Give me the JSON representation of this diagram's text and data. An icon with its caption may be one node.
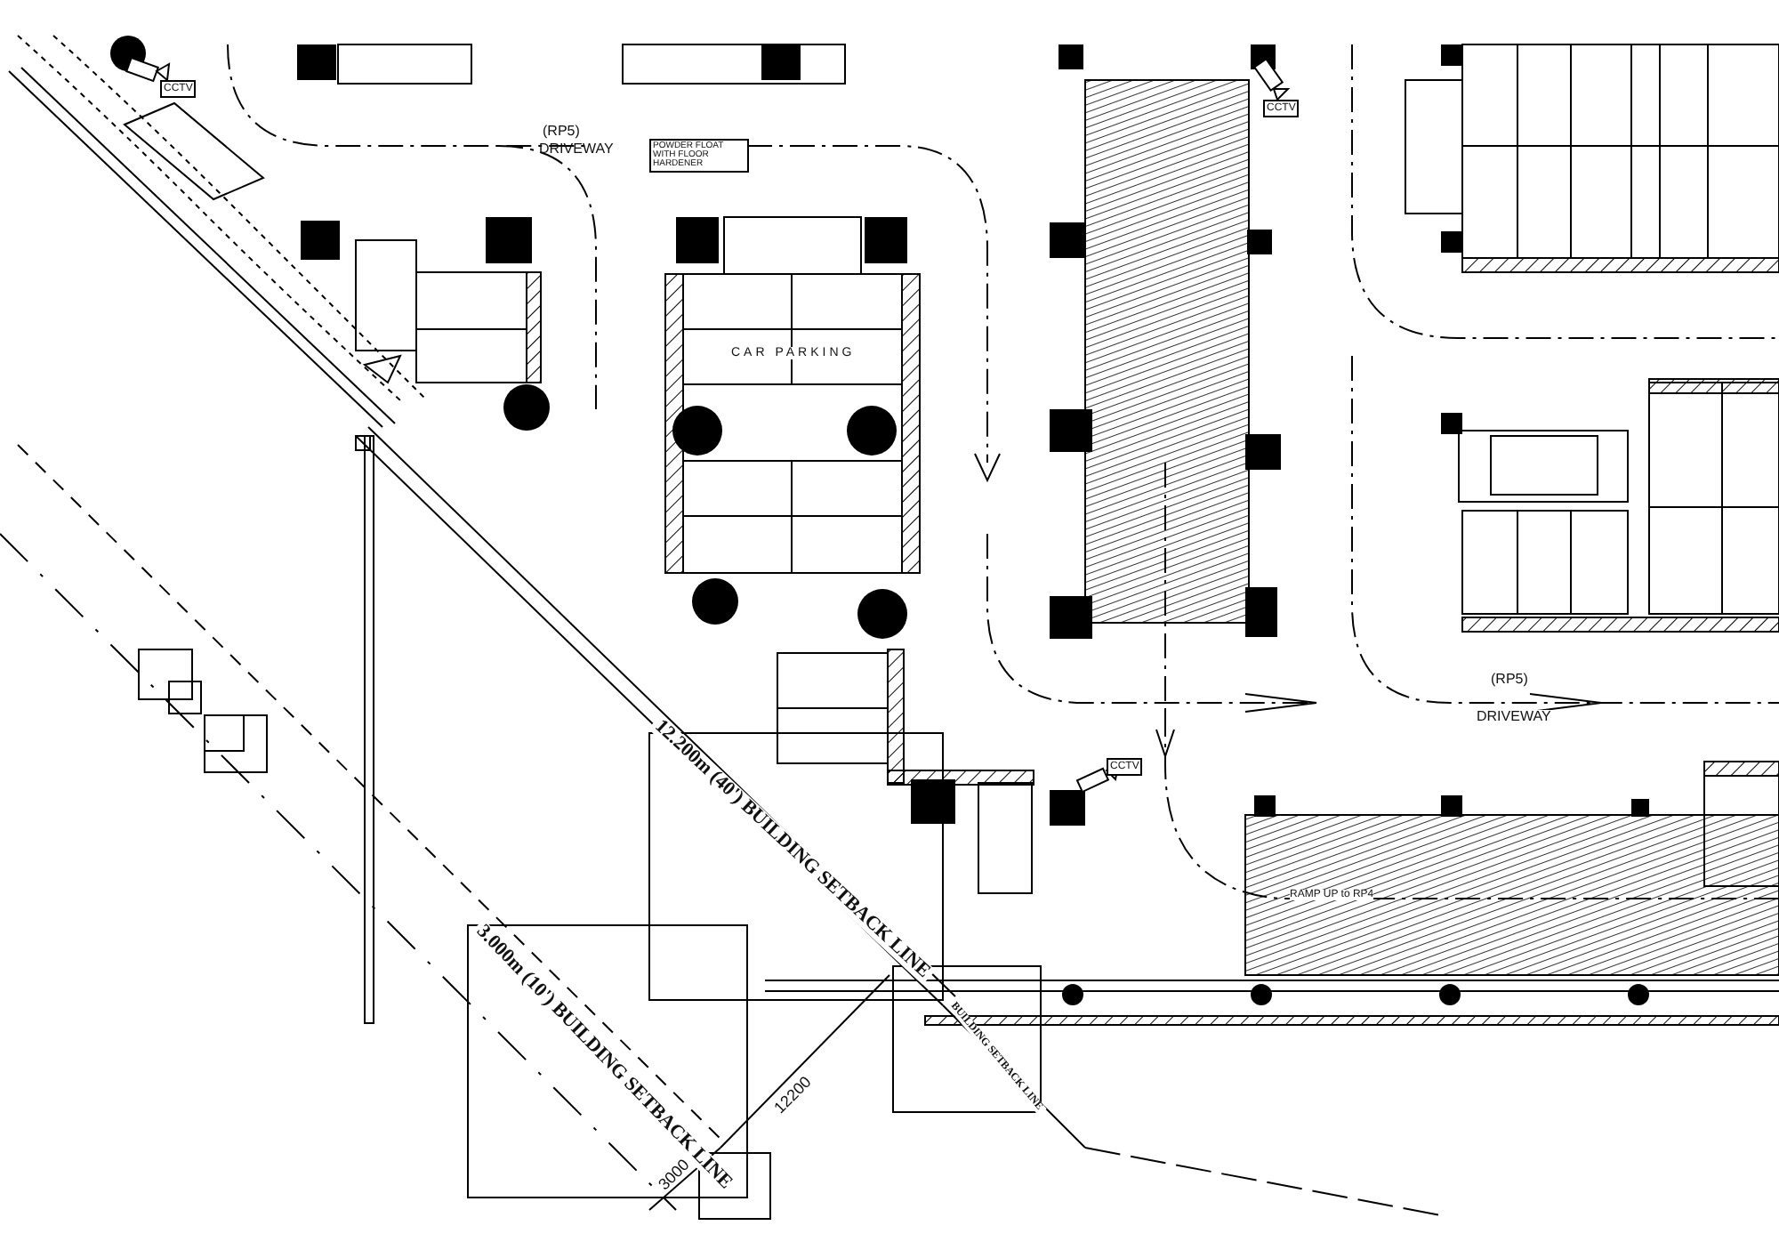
{
  "diagram": {
    "labels": [
      "(RP5)",
      "DRIVEWAY",
      "POWDER FLOAT WITH FLOOR HARDENER",
      "CAR PARKING",
      "CCTV",
      "CCTV",
      "CCTV",
      "(RP5)",
      "DRIVEWAY",
      "12.200m (40') BUILDING SETBACK LINE",
      "3.000m (10') BUILDING SETBACK LINE",
      "12200",
      "3000",
      "BUILDING SETBACK LINE",
      "RAMP UP to RP4"
    ]
  }
}
